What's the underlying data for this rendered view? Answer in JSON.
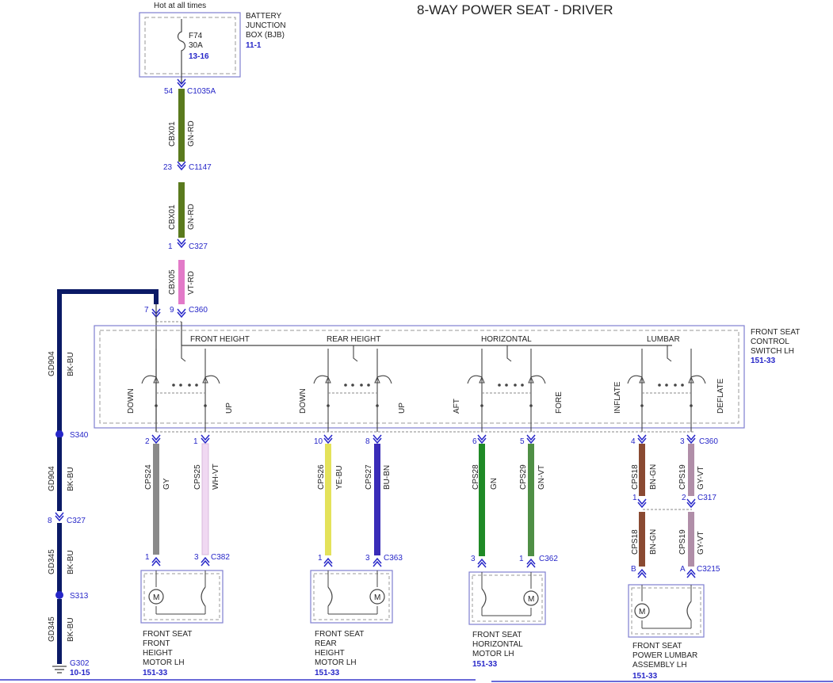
{
  "title": "8-WAY POWER SEAT - DRIVER",
  "hot_label": "Hot at all times",
  "bjb": {
    "fuse": "F74",
    "amps": "30A",
    "fuse_ref": "13-16",
    "label": [
      "BATTERY",
      "JUNCTION",
      "BOX (BJB)"
    ],
    "ref": "11-1"
  },
  "feed": {
    "c1035a_pin": "54",
    "c1035a": "C1035A",
    "wire1_circuit": "CBX01",
    "wire1_color": "GN-RD",
    "c1147_pin": "23",
    "c1147": "C1147",
    "wire2_circuit": "CBX01",
    "wire2_color": "GN-RD",
    "c327_pin": "1",
    "c327": "C327",
    "wire3_circuit": "CBX05",
    "wire3_color": "VT-RD",
    "c360_pin_gnd": "7",
    "c360_pin_feed": "9",
    "c360": "C360"
  },
  "switch": {
    "label": [
      "FRONT SEAT",
      "CONTROL",
      "SWITCH LH"
    ],
    "ref": "151-33",
    "sections": [
      "FRONT HEIGHT",
      "REAR HEIGHT",
      "HORIZONTAL",
      "LUMBAR"
    ],
    "positions": [
      "DOWN",
      "UP",
      "DOWN",
      "UP",
      "AFT",
      "FORE",
      "INFLATE",
      "DEFLATE"
    ]
  },
  "ground": {
    "circuit1": "GD904",
    "color1": "BK-BU",
    "splice1": "S340",
    "circuit2": "GD904",
    "color2": "BK-BU",
    "c327_pin": "8",
    "c327": "C327",
    "circuit3": "GD345",
    "color3": "BK-BU",
    "splice2": "S313",
    "circuit4": "GD345",
    "color4": "BK-BU",
    "ground": "G302",
    "ref": "10-15"
  },
  "outputs": [
    {
      "top_pin": "2",
      "circuit": "CPS24",
      "color": "GY",
      "bottom_pin": "1",
      "bottom_conn": ""
    },
    {
      "top_pin": "1",
      "circuit": "CPS25",
      "color": "WH-VT",
      "bottom_pin": "3",
      "bottom_conn": "C382"
    },
    {
      "top_pin": "10",
      "circuit": "CPS26",
      "color": "YE-BU",
      "bottom_pin": "1",
      "bottom_conn": ""
    },
    {
      "top_pin": "8",
      "circuit": "CPS27",
      "color": "BU-BN",
      "bottom_pin": "3",
      "bottom_conn": "C363"
    },
    {
      "top_pin": "6",
      "circuit": "CPS28",
      "color": "GN",
      "bottom_pin": "3",
      "bottom_conn": ""
    },
    {
      "top_pin": "5",
      "circuit": "CPS29",
      "color": "GN-VT",
      "bottom_pin": "1",
      "bottom_conn": "C362"
    },
    {
      "top_pin": "4",
      "circuit": "CPS18",
      "color": "BN-GN",
      "mid_pin": "1",
      "circuit2": "CPS18",
      "color2": "BN-GN",
      "bottom_pin": "B",
      "bottom_conn": ""
    },
    {
      "top_pin": "3",
      "circuit": "CPS19",
      "color": "GY-VT",
      "mid_pin": "2",
      "circuit2": "CPS19",
      "color2": "GY-VT",
      "bottom_pin": "A",
      "bottom_conn": "C3215"
    }
  ],
  "top_conn_right": "C360",
  "mid_conn_lumbar": "C317",
  "motors": [
    {
      "label": [
        "FRONT SEAT",
        "FRONT",
        "HEIGHT",
        "MOTOR LH"
      ],
      "ref": "151-33"
    },
    {
      "label": [
        "FRONT SEAT",
        "REAR",
        "HEIGHT",
        "MOTOR LH"
      ],
      "ref": "151-33"
    },
    {
      "label": [
        "FRONT SEAT",
        "HORIZONTAL",
        "MOTOR LH"
      ],
      "ref": "151-33"
    },
    {
      "label": [
        "FRONT SEAT",
        "POWER LUMBAR",
        "ASSEMBLY LH"
      ],
      "ref": "151-33"
    }
  ],
  "motor_symbol": "M",
  "colors": {
    "GN-RD": "#5a7a1e",
    "VT-RD": "#e27ac8",
    "BK-BU": "#0b1a66",
    "GY": "#8a8a8a",
    "WH-VT": "#f0d8f2",
    "YE-BU": "#e4e25a",
    "BU-BN": "#3a2cb8",
    "GN": "#1f8a26",
    "GN-VT": "#4f8f45",
    "BN-GN": "#8a4a32",
    "GY-VT": "#b08ea8",
    "connector_blue": "#2626c8",
    "outline": "#7f7fd0"
  }
}
